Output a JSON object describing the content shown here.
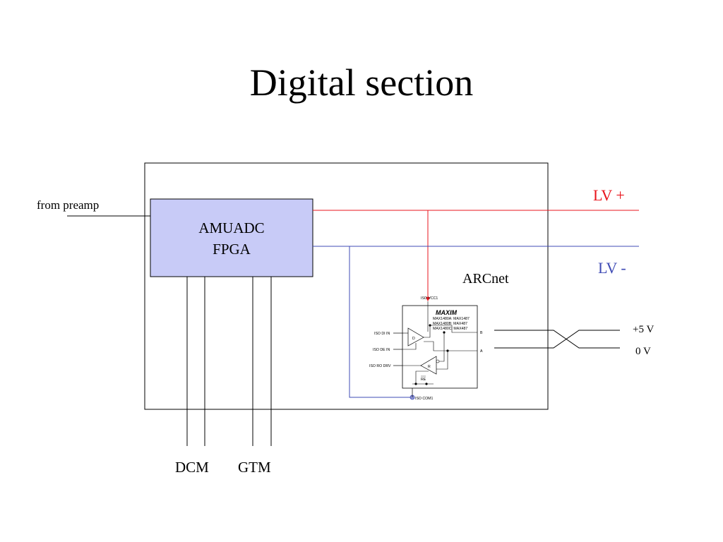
{
  "slide": {
    "title": "Digital section"
  },
  "diagram": {
    "from_preamp": "from preamp",
    "fpga_line1": "AMUADC",
    "fpga_line2": "FPGA",
    "lv_plus": "LV +",
    "lv_minus": "LV -",
    "arcnet": "ARCnet",
    "plus5v": "+5 V",
    "zero_v": "0 V",
    "dcm": "DCM",
    "gtm": "GTM",
    "colors": {
      "lv_plus": "#e8141c",
      "lv_minus": "#3f4bb5",
      "fpga_fill": "#c8cbf7"
    }
  },
  "chip": {
    "vcc_label": "ISO VCC1",
    "logo": "MAXIM",
    "parts": [
      "MAX1480A: MAX1487",
      "MAX1480B: MAX487",
      "MAX1480C: MAX487"
    ],
    "pin_di": "ISO DI IN",
    "pin_de": "ISO DE IN",
    "pin_ro": "ISO RO DRV",
    "pin_b": "B",
    "pin_a": "A",
    "driver": "D",
    "receiver": "R",
    "re_bar": "RE",
    "com_label": "ISO COM1"
  }
}
